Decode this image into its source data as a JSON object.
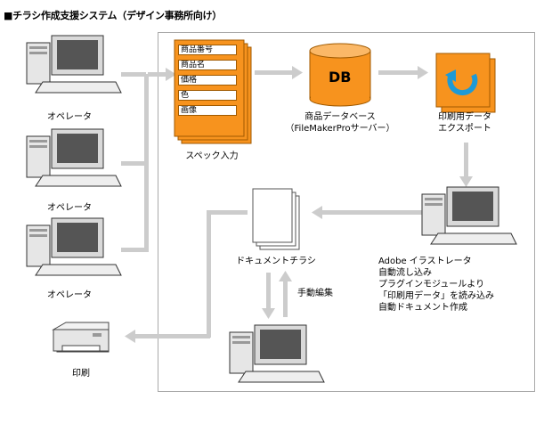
{
  "title": "■チラシ作成支援システム（デザイン事務所向け）",
  "operators": [
    "オペレータ",
    "オペレータ",
    "オペレータ"
  ],
  "spec_fields": [
    "商品番号",
    "商品名",
    "価格",
    "色",
    "画像"
  ],
  "spec_label": "スペック入力",
  "db": {
    "text": "DB",
    "label_lines": [
      "商品データベース",
      "（FileMakerProサーバー）"
    ]
  },
  "export_label_lines": [
    "印刷用データ",
    "エクスポート"
  ],
  "illustrator_lines": [
    "Adobe イラストレータ",
    "自動流し込み",
    "プラグインモジュールより",
    "「印刷用データ」を読み込み",
    "自動ドキュメント作成"
  ],
  "document_label": "ドキュメントチラシ",
  "manual_edit_label": "手動編集",
  "print_label": "印刷",
  "colors": {
    "arrow": "#cccccc",
    "orange": "#f7931e",
    "orange_dark": "#a05a00",
    "export_blue": "#1e9ad6",
    "panel_border": "#a9a9a9"
  }
}
